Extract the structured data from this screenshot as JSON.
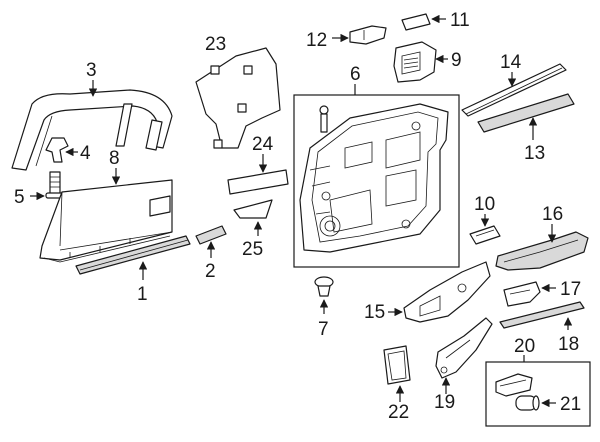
{
  "callouts": {
    "c1": "1",
    "c2": "2",
    "c3": "3",
    "c4": "4",
    "c5": "5",
    "c6": "6",
    "c7": "7",
    "c8": "8",
    "c9": "9",
    "c10": "10",
    "c11": "11",
    "c12": "12",
    "c13": "13",
    "c14": "14",
    "c15": "15",
    "c16": "16",
    "c17": "17",
    "c18": "18",
    "c19": "19",
    "c20": "20",
    "c21": "21",
    "c22": "22",
    "c23": "23",
    "c24": "24",
    "c25": "25"
  },
  "colors": {
    "line": "#1a1a1a",
    "shade": "#d9d9d9",
    "background": "#ffffff"
  }
}
